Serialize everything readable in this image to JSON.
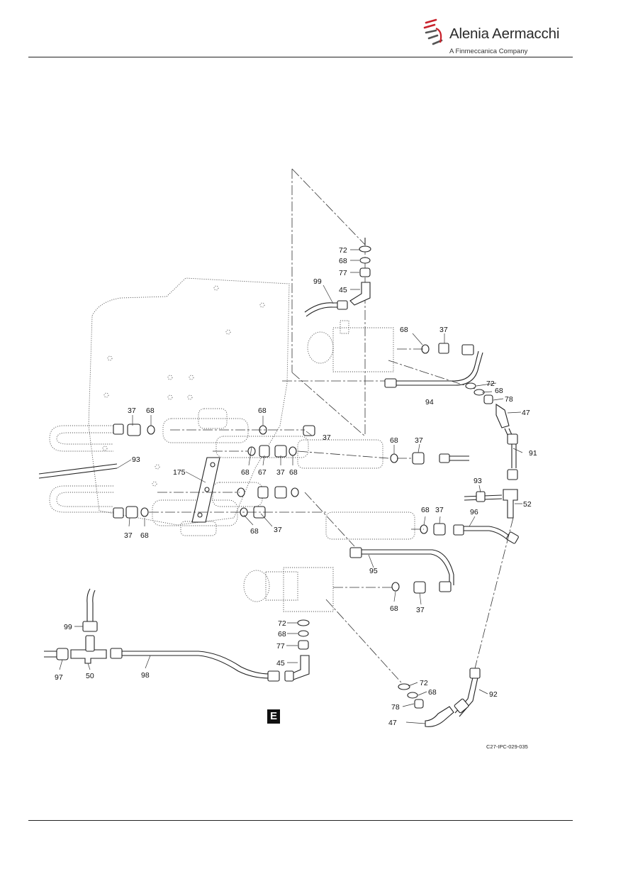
{
  "header": {
    "brand_name": "Alenia Aermacchi",
    "brand_tagline": "A Finmeccanica Company"
  },
  "figure": {
    "view_label": "E",
    "reference": "C27-IPC-029-035",
    "callouts": [
      "72",
      "68",
      "77",
      "45",
      "99",
      "68",
      "37",
      "72",
      "68",
      "78",
      "47",
      "94",
      "91",
      "37",
      "68",
      "68",
      "37",
      "93",
      "68",
      "37",
      "175",
      "68",
      "67",
      "37",
      "68",
      "93",
      "52",
      "37",
      "68",
      "68",
      "37",
      "68",
      "37",
      "96",
      "95",
      "68",
      "37",
      "72",
      "68",
      "77",
      "45",
      "99",
      "97",
      "50",
      "98",
      "72",
      "68",
      "78",
      "47",
      "92"
    ]
  }
}
